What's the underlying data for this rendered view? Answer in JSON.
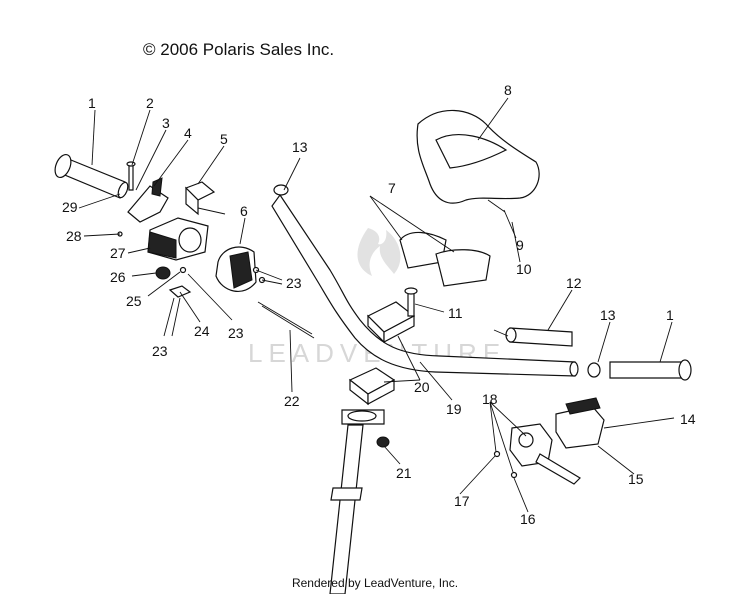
{
  "copyright": "© 2006 Polaris Sales Inc.",
  "footer": "Rendered by LeadVenture, Inc.",
  "watermark": "LEADVENTURE",
  "callouts": [
    "1",
    "2",
    "3",
    "4",
    "5",
    "6",
    "7",
    "8",
    "9",
    "10",
    "11",
    "12",
    "13",
    "14",
    "15",
    "16",
    "17",
    "18",
    "19",
    "20",
    "21",
    "22",
    "23",
    "24",
    "25",
    "26",
    "27",
    "28",
    "29"
  ]
}
